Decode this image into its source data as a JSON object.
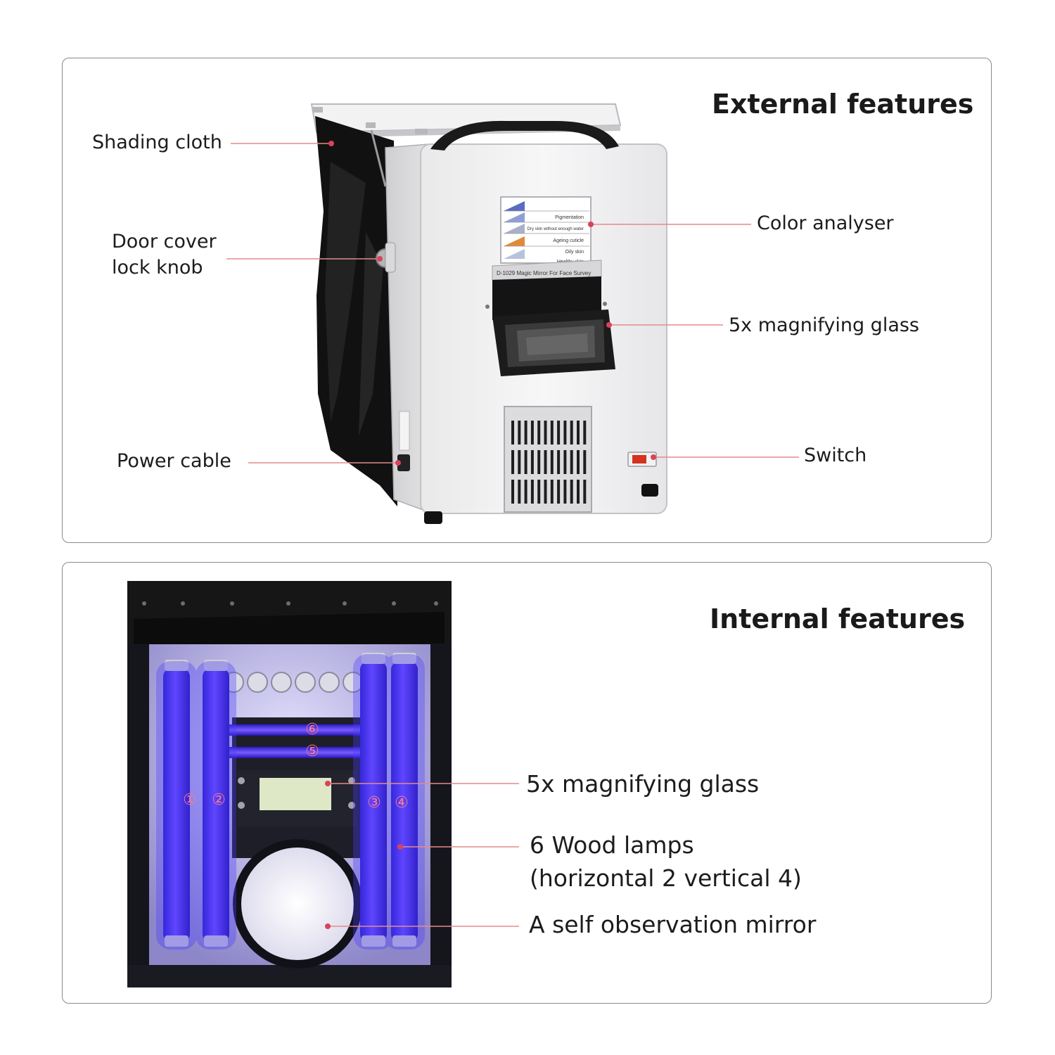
{
  "external": {
    "heading": "External features",
    "labels": {
      "shading_cloth": "Shading cloth",
      "door_lock_line1": "Door cover",
      "door_lock_line2": "lock knob",
      "power_cable": "Power cable",
      "color_analyser": "Color analyser",
      "magnifier": "5x magnifying glass",
      "switch": "Switch"
    },
    "analyser_card": {
      "rows": [
        "Pigmentation",
        "Dry skin without enough water",
        "Ageing cuticle",
        "Oily skin",
        "Healthy skin"
      ],
      "plate": "D-1029 Magic Mirror For Face Survey"
    }
  },
  "internal": {
    "heading": "Internal features",
    "labels": {
      "magnifier": "5x magnifying glass",
      "lamps_line1": "6 Wood lamps",
      "lamps_line2": "(horizontal 2  vertical 4)",
      "mirror": "A self observation mirror"
    },
    "lamp_numbers": [
      "①",
      "②",
      "③",
      "④",
      "⑤",
      "⑥"
    ]
  },
  "colors": {
    "leader_line": "#e58a8a",
    "leader_dot": "#d9435a",
    "uv_glow": "#3a2cff",
    "panel_border": "#8a8a8a"
  }
}
